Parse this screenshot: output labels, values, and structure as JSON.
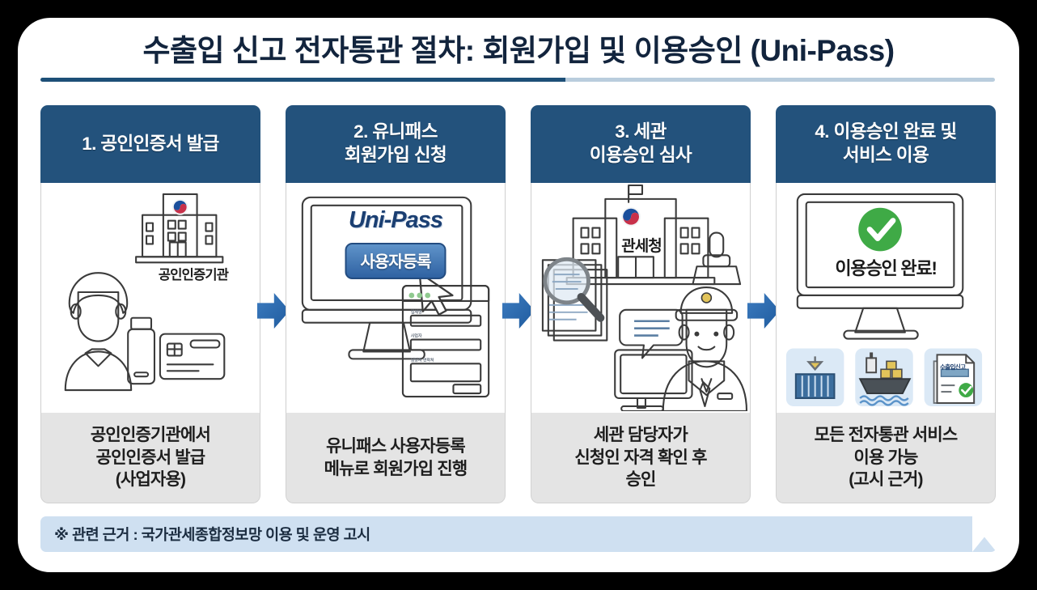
{
  "header": {
    "title": "수출입 신고 전자통관 절차: 회원가입 및 이용승인 (Uni-Pass)"
  },
  "steps": [
    {
      "id": "step-1",
      "heading": "1. 공인인증서 발급",
      "caption": "공인인증기관에서\n공인인증서 발급\n(사업자용)",
      "caption_lines": [
        "공인인증기관에서",
        "공인인증서 발급",
        "(사업자용)"
      ],
      "illustration": {
        "building_label": "공인인증기관",
        "icons": [
          "person-icon",
          "usb-token-icon",
          "smart-card-icon",
          "certification-authority-building-icon",
          "korea-government-emblem-icon"
        ]
      }
    },
    {
      "id": "step-2",
      "heading": "2. 유니패스\n회원가입 신청",
      "heading_lines": [
        "2. 유니패스",
        "회원가입 신청"
      ],
      "caption_lines": [
        "유니패스 사용자등록",
        "메뉴로 회원가입 진행"
      ],
      "illustration": {
        "logo_text": "Uni-Pass",
        "button_label": "사용자등록",
        "icons": [
          "desktop-monitor-icon",
          "mouse-cursor-icon",
          "registration-form-dialog-icon"
        ]
      }
    },
    {
      "id": "step-3",
      "heading": "3. 세관\n이용승인 심사",
      "heading_lines": [
        "3. 세관",
        "이용승인 심사"
      ],
      "caption_lines": [
        "세관 담당자가",
        "신청인 자격 확인 후",
        "승인"
      ],
      "illustration": {
        "building_label": "관세청",
        "icons": [
          "customs-office-building-icon",
          "korea-government-emblem-icon",
          "magnifier-document-review-icon",
          "rubber-stamp-icon",
          "customs-officer-icon",
          "speech-bubble-icon",
          "desktop-monitor-icon"
        ]
      }
    },
    {
      "id": "step-4",
      "heading": "4. 이용승인 완료 및\n서비스 이용",
      "heading_lines": [
        "4. 이용승인 완료 및",
        "서비스 이용"
      ],
      "caption_lines": [
        "모든 전자통관 서비스",
        "이용 가능",
        "(고시 근거)"
      ],
      "illustration": {
        "screen_text": "이용승인 완료!",
        "doc_tile_text": "수출입신고",
        "icons": [
          "desktop-monitor-icon",
          "green-check-circle-icon",
          "shipping-container-icon",
          "cargo-ship-icon",
          "declaration-document-icon"
        ]
      }
    }
  ],
  "flow": {
    "arrow_count": 3,
    "arrow_label": "next-step-arrow"
  },
  "footer": {
    "note": "※ 관련 근거 : 국가관세종합정보망 이용 및 운영 고시"
  },
  "colors": {
    "header_navy": "#23527c",
    "title_navy": "#12243d",
    "rule_dark": "#1d4f77",
    "rule_light": "#b9cddd",
    "arrow_blue": "#2f62a2",
    "caption_bg": "#e4e4e4",
    "note_bg": "#cfe0f1",
    "success_green": "#3faa46",
    "page_bg": "#000000",
    "sheet_bg": "#ffffff"
  }
}
